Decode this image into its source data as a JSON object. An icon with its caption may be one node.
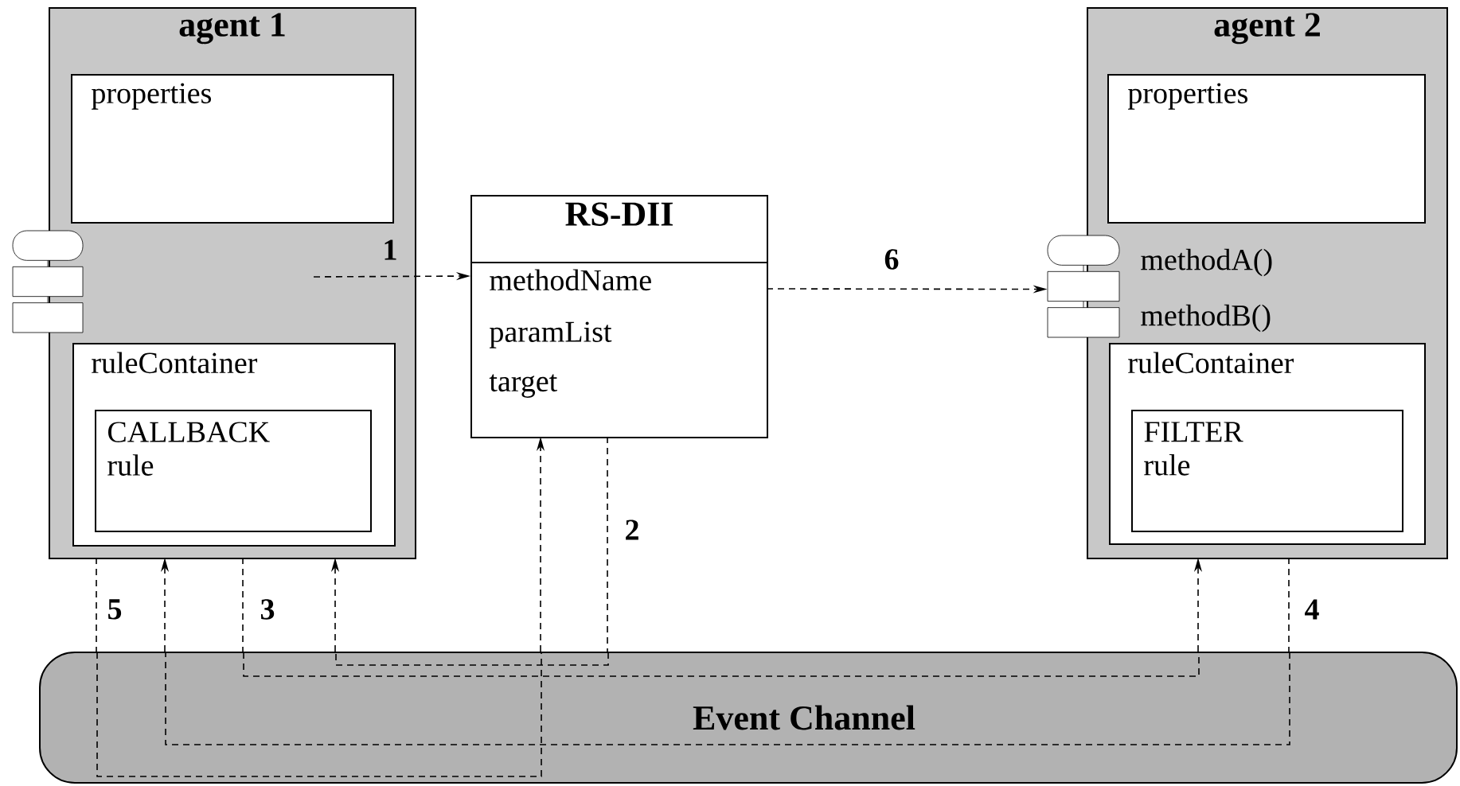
{
  "diagram": {
    "nodes": [
      {
        "text": [
          "agent 1"
        ]
      },
      {
        "text": [
          "properties"
        ],
        "in": 0
      },
      {
        "text": [
          "ruleContainer"
        ],
        "in": 0
      },
      {
        "text": [
          "CALLBACK rule"
        ],
        "in": 2
      },
      {
        "text": [
          "RS-DII",
          "methodName",
          "paramList",
          "target"
        ]
      },
      {
        "text": [
          "agent 2"
        ]
      },
      {
        "text": [
          "properties"
        ],
        "in": 5
      },
      {
        "text": [
          "ruleContainer"
        ],
        "in": 5
      },
      {
        "text": [
          "FILTER rule"
        ],
        "in": 7
      },
      {
        "text": [
          "Event Channel"
        ]
      },
      {
        "text": [],
        "shape": "box"
      },
      {
        "text": [],
        "shape": "box",
        "beside": [
          "methodA()",
          "methodB()"
        ]
      }
    ],
    "edges": [
      {
        "from": null,
        "to": 4,
        "arrow": "to",
        "label": "1",
        "style": "dashed"
      },
      {
        "from": 4,
        "to": 9,
        "arrow": "none",
        "label": "2",
        "style": "dashed"
      },
      {
        "from": 9,
        "to": 0,
        "arrow": "to",
        "style": "dashed"
      },
      {
        "from": 0,
        "to": 9,
        "arrow": "none",
        "label": "3",
        "style": "dashed"
      },
      {
        "from": 9,
        "to": 5,
        "arrow": "to",
        "style": "dashed"
      },
      {
        "from": 5,
        "to": 9,
        "arrow": "none",
        "label": "4",
        "style": "dashed"
      },
      {
        "from": 9,
        "to": 0,
        "arrow": "to",
        "style": "dashed"
      },
      {
        "from": 0,
        "to": 9,
        "arrow": "none",
        "label": "5",
        "style": "dashed"
      },
      {
        "from": 9,
        "to": 4,
        "arrow": "to",
        "style": "dashed"
      },
      {
        "from": 4,
        "to": 11,
        "arrow": "to",
        "label": "6",
        "style": "dashed"
      }
    ]
  }
}
